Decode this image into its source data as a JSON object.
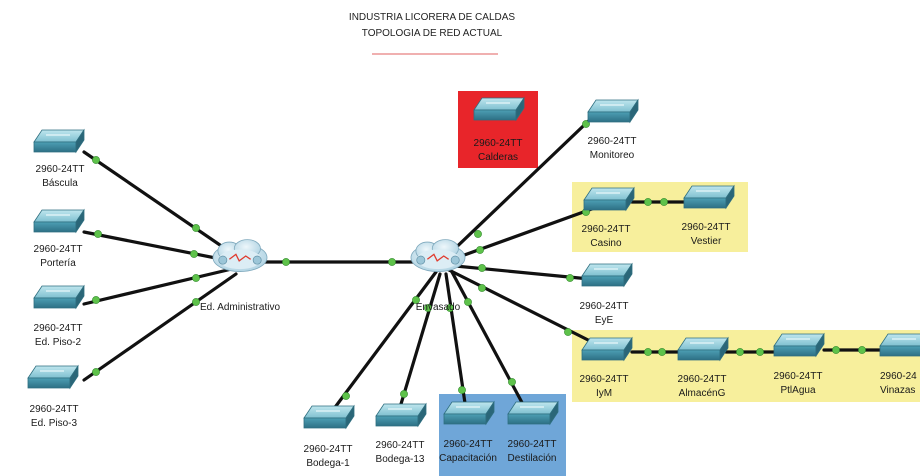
{
  "title": {
    "line1": "INDUSTRIA LICORERA DE CALDAS",
    "line2": "TOPOLOGIA DE RED ACTUAL"
  },
  "colors": {
    "highlight_red": "#e8252a",
    "highlight_yellow": "#f7ef9c",
    "highlight_blue": "#6fa6d8",
    "link": "#111111",
    "port": "#5ec24a",
    "divider": "#e06060"
  },
  "routers": {
    "admin": {
      "label": "Ed. Administrativo"
    },
    "envasado": {
      "label": "Envasado"
    }
  },
  "switches": {
    "bascula": {
      "model": "2960-24TT",
      "name": "Báscula"
    },
    "porteria": {
      "model": "2960-24TT",
      "name": "Portería"
    },
    "piso2": {
      "model": "2960-24TT",
      "name": "Ed. Piso-2"
    },
    "piso3": {
      "model": "2960-24TT",
      "name": "Ed. Piso-3"
    },
    "calderas": {
      "model": "2960-24TT",
      "name": "Calderas"
    },
    "monitoreo": {
      "model": "2960-24TT",
      "name": "Monitoreo"
    },
    "casino": {
      "model": "2960-24TT",
      "name": "Casino"
    },
    "vestier": {
      "model": "2960-24TT",
      "name": "Vestier"
    },
    "eye": {
      "model": "2960-24TT",
      "name": "EyE"
    },
    "iym": {
      "model": "2960-24TT",
      "name": "IyM"
    },
    "almacen": {
      "model": "2960-24TT",
      "name": "AlmacénG"
    },
    "ptagua": {
      "model": "2960-24TT",
      "name": "PtlAgua"
    },
    "vinazas": {
      "model": "2960-24",
      "name": "Vinazas"
    },
    "bodega1": {
      "model": "2960-24TT",
      "name": "Bodega-1"
    },
    "bodega13": {
      "model": "2960-24TT",
      "name": "Bodega-13"
    },
    "capacitacion": {
      "model": "2960-24TT",
      "name": "Capacitación"
    },
    "destilacion": {
      "model": "2960-24TT",
      "name": "Destilación"
    }
  }
}
